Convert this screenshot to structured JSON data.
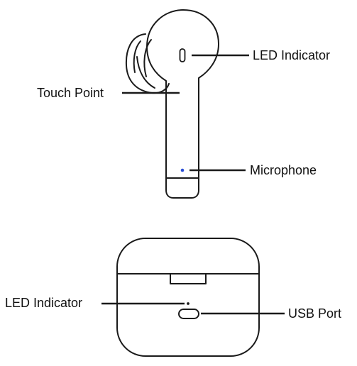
{
  "earbud": {
    "labels": {
      "led_indicator": "LED Indicator",
      "touch_point": "Touch Point",
      "microphone": "Microphone"
    },
    "mic_dot_color": "#2a4fd6"
  },
  "case": {
    "labels": {
      "led_indicator": "LED Indicator",
      "usb_port": "USB Port"
    }
  }
}
